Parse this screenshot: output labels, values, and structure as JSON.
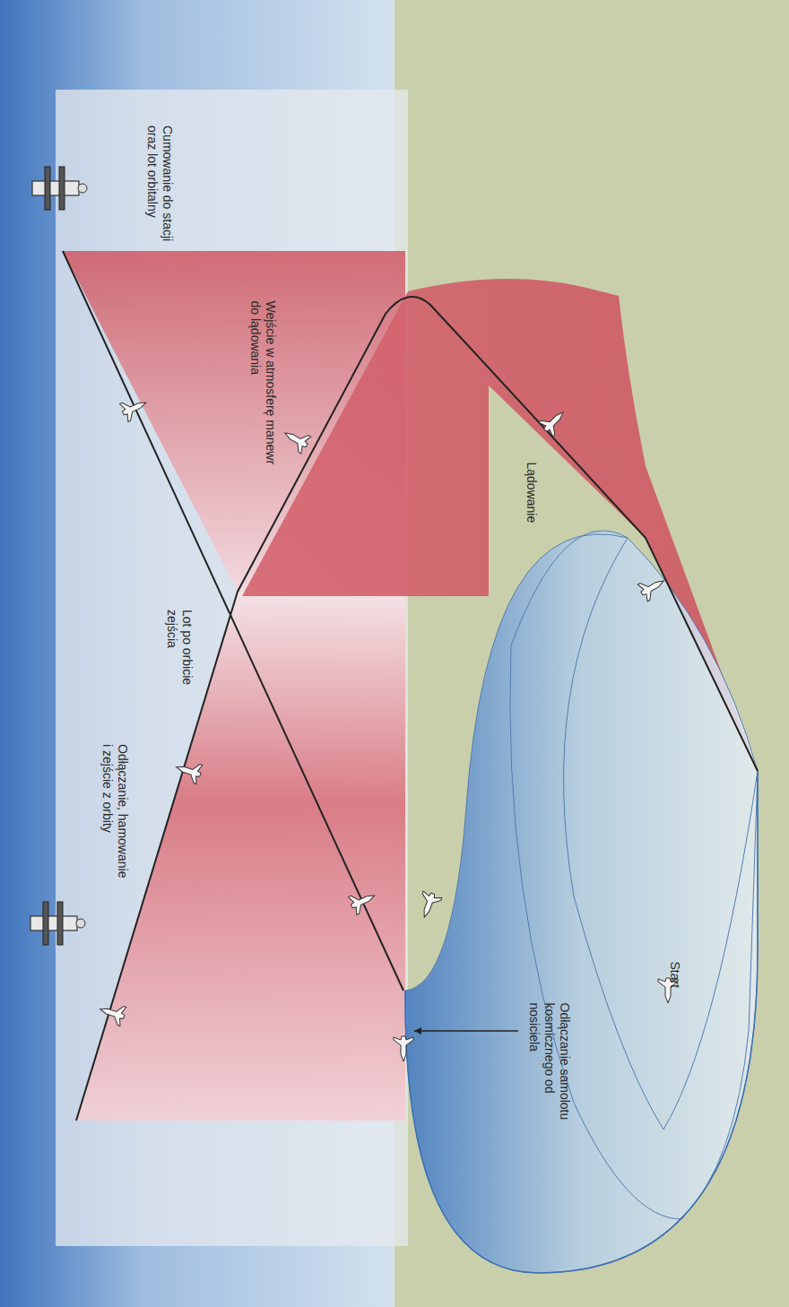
{
  "diagram": {
    "labels": [
      "Cumowanie do stacji oraz lot orbitalny",
      "Wejście w atmosferę manewr do lądowania",
      "Lądowanie",
      "Lot po orbicie zejścia",
      "Odłączanie, hamowanie i zejście z orbity",
      "Odłączanie samolotu kosmicznego od nosiciela",
      "Start"
    ]
  }
}
